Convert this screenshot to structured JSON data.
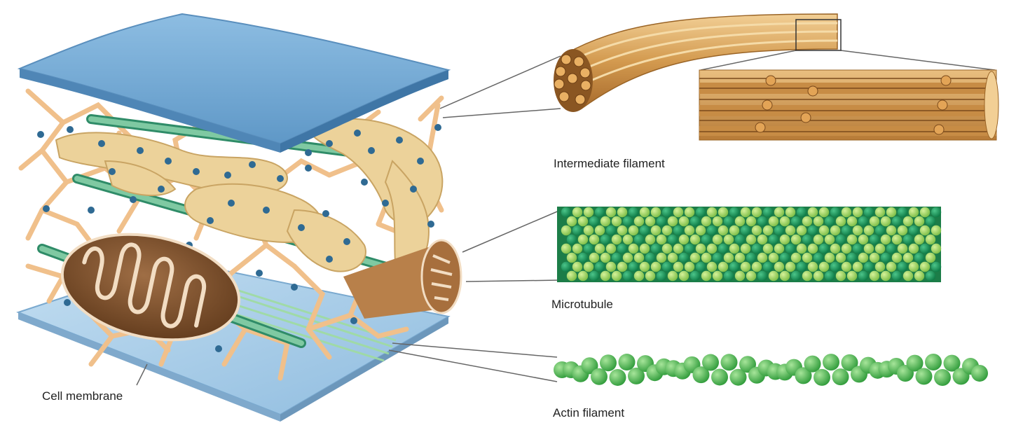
{
  "labels": {
    "intermediate_filament": "Intermediate filament",
    "microtubule": "Microtubule",
    "actin_filament": "Actin filament",
    "cell_membrane": "Cell membrane"
  },
  "colors": {
    "membrane_top": "#7fb0d8",
    "membrane_bottom": "#aacde8",
    "cytoskeleton_web": "#f2c38e",
    "er": "#ecd49d",
    "ribosome": "#2f6a93",
    "mitochondrion": "#8a5b35",
    "intermediate_filament": "#d9a35a",
    "microtubule_dark": "#1f9a5c",
    "microtubule_light": "#9fd36a",
    "actin": "#4fb654",
    "microtubule_rod": "#6fbf9a"
  }
}
